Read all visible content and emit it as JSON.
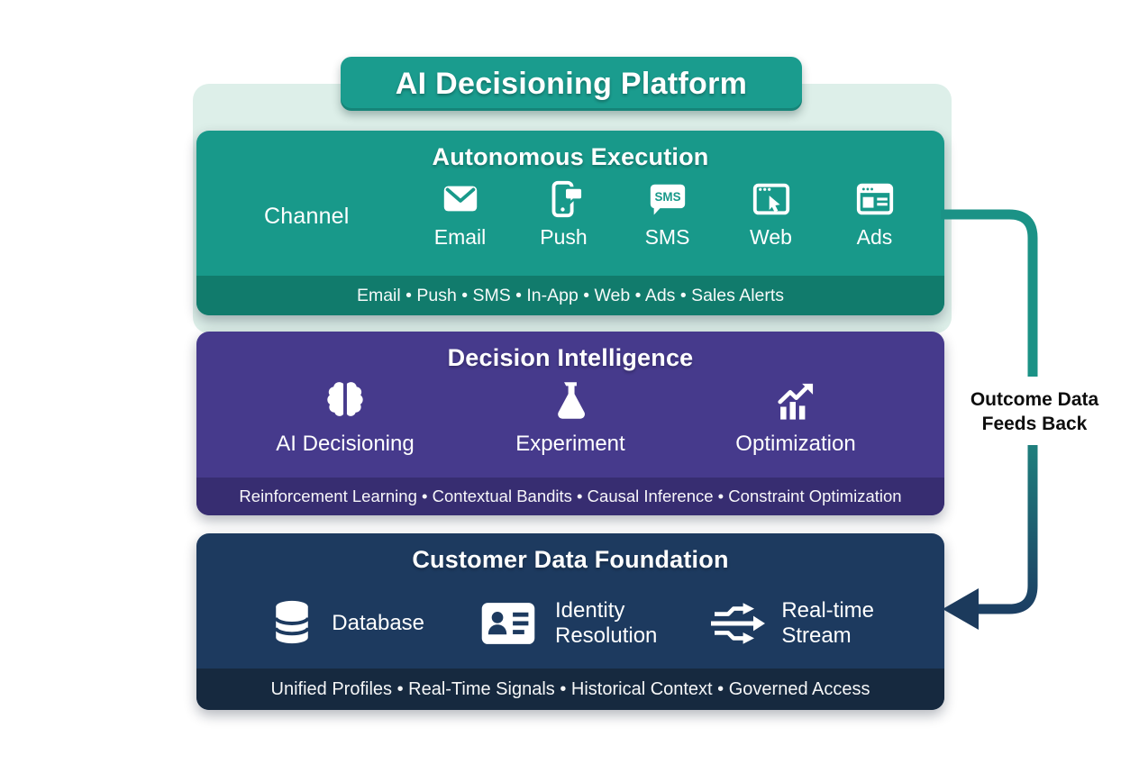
{
  "title": "AI Decisioning Platform",
  "feedback_arrow": {
    "label_line1": "Outcome Data",
    "label_line2": "Feeds Back"
  },
  "layers": [
    {
      "heading": "Autonomous Execution",
      "row_label": "Channel",
      "items": [
        {
          "icon": "email-icon",
          "label": "Email"
        },
        {
          "icon": "push-icon",
          "label": "Push"
        },
        {
          "icon": "sms-icon",
          "label": "SMS"
        },
        {
          "icon": "web-icon",
          "label": "Web"
        },
        {
          "icon": "ads-icon",
          "label": "Ads"
        }
      ],
      "footer": "Email • Push • SMS • In-App • Web • Ads • Sales Alerts",
      "colors": {
        "bg": "#18998a",
        "footer_bg": "#117b6c"
      }
    },
    {
      "heading": "Decision Intelligence",
      "items": [
        {
          "icon": "brain-icon",
          "label": "AI Decisioning"
        },
        {
          "icon": "flask-icon",
          "label": "Experiment"
        },
        {
          "icon": "chart-up-icon",
          "label": "Optimization"
        }
      ],
      "footer": "Reinforcement Learning • Contextual Bandits • Causal Inference • Constraint Optimization",
      "colors": {
        "bg": "#463a8c",
        "footer_bg": "#372d71"
      }
    },
    {
      "heading": "Customer Data Foundation",
      "items": [
        {
          "icon": "database-icon",
          "label": "Database"
        },
        {
          "icon": "id-card-icon",
          "label": "Identity Resolution"
        },
        {
          "icon": "stream-icon",
          "label": "Real-time Stream"
        }
      ],
      "footer": "Unified Profiles • Real-Time Signals • Historical Context • Governed Access",
      "colors": {
        "bg": "#1d3a5f",
        "footer_bg": "#16293f"
      }
    }
  ],
  "colors": {
    "background_panel": "#ddefe9",
    "title_bg": "#1a9c8e",
    "arrow_top": "#1b9286",
    "arrow_bottom": "#1c3f63"
  }
}
